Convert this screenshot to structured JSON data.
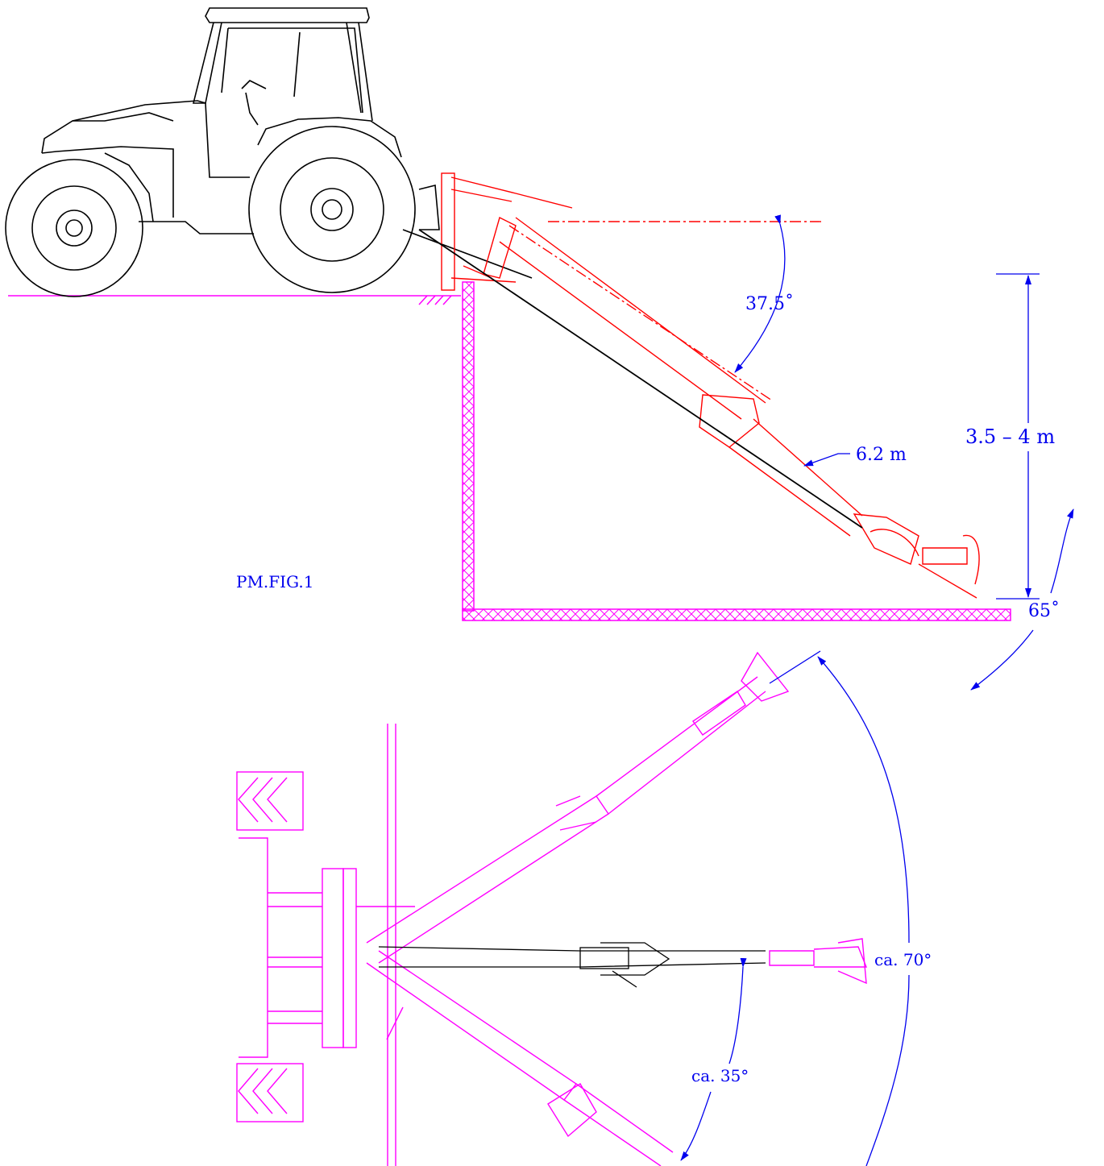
{
  "drawing": {
    "figure_label": "PM.FIG.1",
    "side_view": {
      "angle_label": "37.5˚",
      "boom_length_label": "6.2  m",
      "depth_label": "3.5  –  4  m",
      "tilt_angle_label": "65˚"
    },
    "top_view": {
      "swing_half_label": "ca.  35°",
      "swing_full_label": "ca.  70°"
    }
  },
  "colors": {
    "tractor": "#000000",
    "ground": "#ff00ff",
    "boom_side": "#ff0000",
    "dimension": "#0000ee",
    "top_view": "#ff00ff"
  }
}
